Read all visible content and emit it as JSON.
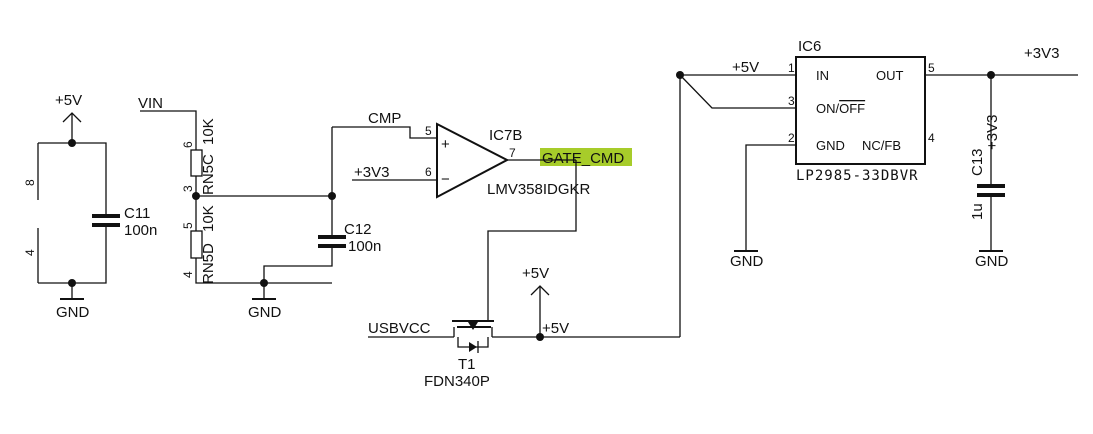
{
  "power": {
    "v5_c11": "+5V",
    "v5_t1": "+5V",
    "v3v3_out": "+3V3",
    "vin": "VIN",
    "gnd": "GND"
  },
  "nets": {
    "cmp": "CMP",
    "v3v3_ref": "+3V3",
    "gate_cmd": "GATE_CMD",
    "usbvcc": "USBVCC",
    "v5_bus": "+5V",
    "v5_bus2": "+5V",
    "v3v3_c13": "+3V3"
  },
  "parts": {
    "c11": {
      "ref": "C11",
      "value": "100n",
      "pin_top": "8",
      "pin_bottom": "4"
    },
    "rn5c": {
      "ref": "RN5C",
      "value": "10K",
      "pin_a": "6",
      "pin_b": "3"
    },
    "rn5d": {
      "ref": "RN5D",
      "value": "10K",
      "pin_a": "5",
      "pin_b": "4"
    },
    "c12": {
      "ref": "C12",
      "value": "100n"
    },
    "ic7b": {
      "ref": "IC7B",
      "part": "LMV358IDGKR",
      "pin_plus": "5",
      "pin_minus": "6",
      "pin_out": "7",
      "sym_plus": "+",
      "sym_minus": "−"
    },
    "t1": {
      "ref": "T1",
      "part": "FDN340P"
    },
    "ic6": {
      "ref": "IC6",
      "part": "LP2985-33DBVR",
      "pins": [
        {
          "num": "1",
          "name": "IN"
        },
        {
          "num": "3",
          "name_pre": "ON/",
          "name_bar": "OFF"
        },
        {
          "num": "2",
          "name": "GND"
        },
        {
          "num": "5",
          "name": "OUT"
        },
        {
          "num": "4",
          "name": "NC/FB"
        }
      ]
    },
    "c13": {
      "ref": "C13",
      "value": "1u"
    }
  },
  "colors": {
    "highlight": "#a7cc2a",
    "ink": "#111111"
  }
}
